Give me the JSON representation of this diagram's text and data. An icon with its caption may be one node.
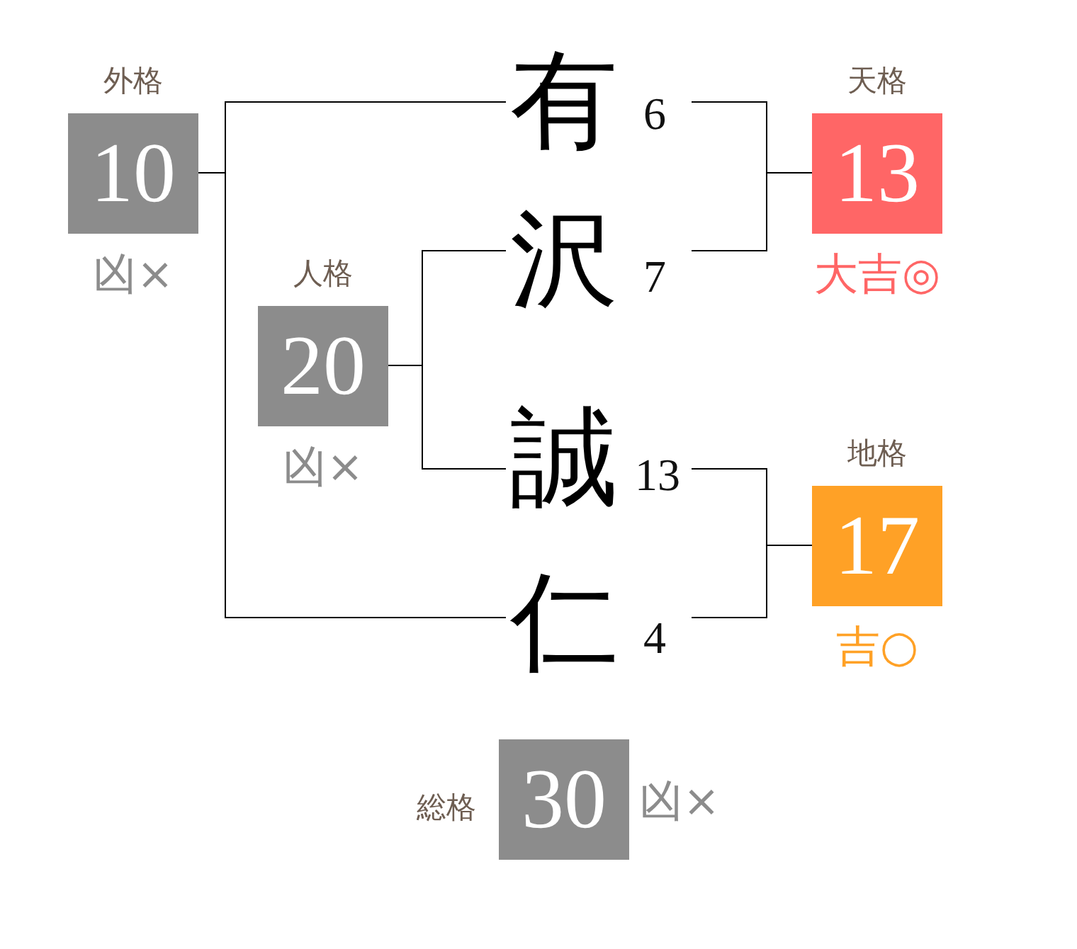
{
  "diagram": {
    "nodes": [
      {
        "text": [
          "外格",
          "10"
        ],
        "beside": [
          "凶×"
        ]
      },
      {
        "text": [
          "有"
        ],
        "beside": [
          "6"
        ]
      },
      {
        "text": [
          "天格",
          "13"
        ],
        "beside": [
          "大吉◎"
        ]
      },
      {
        "text": [
          "人格",
          "20"
        ],
        "beside": [
          "凶×"
        ]
      },
      {
        "text": [
          "沢"
        ],
        "beside": [
          "7"
        ]
      },
      {
        "text": [
          "誠"
        ],
        "beside": [
          "13"
        ]
      },
      {
        "text": [
          "地格",
          "17"
        ],
        "beside": [
          "吉○"
        ]
      },
      {
        "text": [
          "仁"
        ],
        "beside": [
          "4"
        ]
      },
      {
        "text": [
          "総格",
          "30"
        ],
        "beside": [
          "凶×"
        ]
      }
    ],
    "edges": [
      {
        "from": 1,
        "to": 0,
        "arrow": "none"
      },
      {
        "from": 7,
        "to": 0,
        "arrow": "none"
      },
      {
        "from": 1,
        "to": 2,
        "arrow": "none"
      },
      {
        "from": 4,
        "to": 2,
        "arrow": "none"
      },
      {
        "from": 4,
        "to": 3,
        "arrow": "none"
      },
      {
        "from": 5,
        "to": 3,
        "arrow": "none"
      },
      {
        "from": 5,
        "to": 6,
        "arrow": "none"
      },
      {
        "from": 7,
        "to": 6,
        "arrow": "none"
      }
    ]
  }
}
